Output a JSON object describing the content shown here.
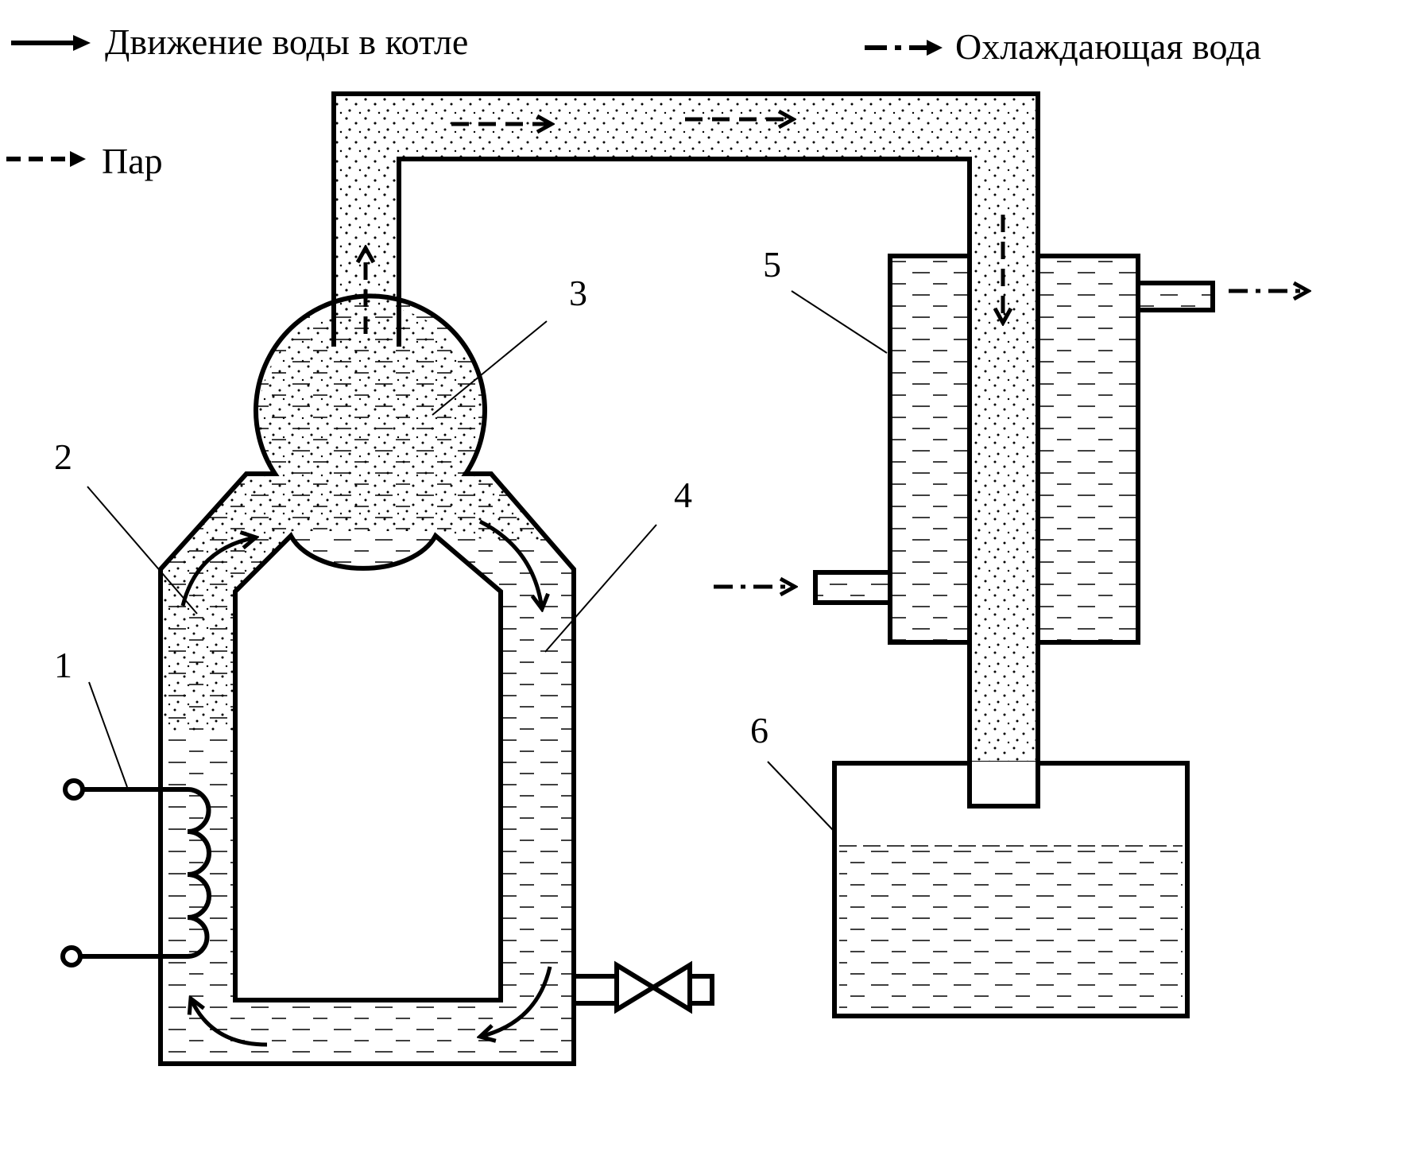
{
  "legend": {
    "water_motion": "Движение воды в котле",
    "cooling_water": "Охлаждающая вода",
    "steam": "Пар"
  },
  "callouts": [
    "1",
    "2",
    "3",
    "4",
    "5",
    "6"
  ],
  "colors": {
    "ink": "#000000",
    "background": "#ffffff"
  }
}
